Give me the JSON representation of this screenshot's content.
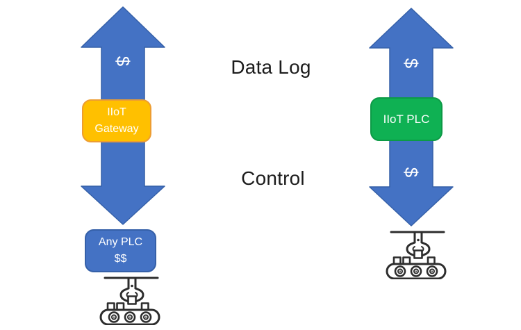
{
  "diagram": {
    "channel_labels": {
      "data_log": "Data Log",
      "control": "Control"
    },
    "arrows": {
      "left": {
        "dollar_signs": [
          "$"
        ]
      },
      "right": {
        "dollar_signs": [
          "$",
          "$"
        ]
      }
    },
    "left_stack": {
      "gateway_box": {
        "line1": "IIoT",
        "line2": "Gateway"
      },
      "plc_box": {
        "line1": "Any PLC",
        "line2": "$$"
      }
    },
    "right_stack": {
      "plc_box": {
        "label": "IIoT PLC"
      }
    },
    "icons": {
      "left_machine": "robot-arm-conveyor-icon",
      "right_machine": "robot-arm-conveyor-icon"
    },
    "colors": {
      "arrow_fill": "#4472C4",
      "arrow_border": "#3560A8",
      "gateway_fill": "#FFC000",
      "gateway_border": "#ED9D31",
      "iiot_plc_fill": "#0FB153",
      "iiot_plc_border": "#0C9A46",
      "any_plc_fill": "#4472C4",
      "any_plc_border": "#3560A8",
      "label_text": "#1C1C1C",
      "box_text": "#FFFFFF",
      "dollar_text": "#FFFFFF",
      "icon_stroke": "#2D2D2D",
      "background": "#FFFFFF"
    }
  }
}
